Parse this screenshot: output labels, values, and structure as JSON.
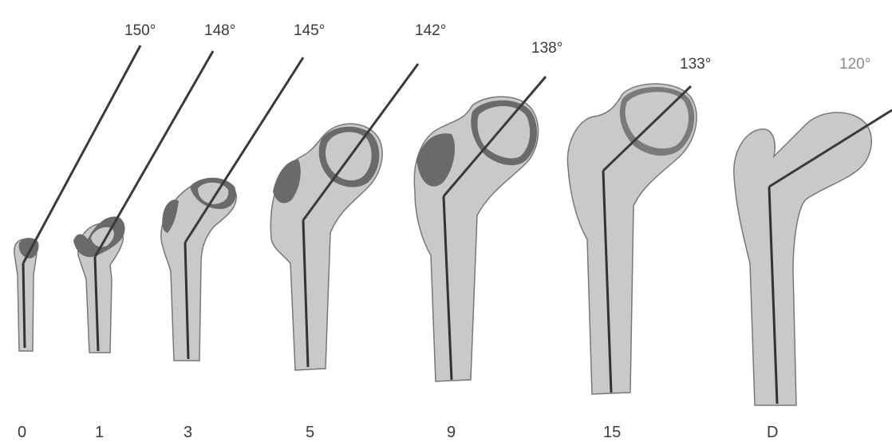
{
  "figure": {
    "stages": [
      {
        "age": "0",
        "angle": "150°"
      },
      {
        "age": "1",
        "angle": "148°"
      },
      {
        "age": "3",
        "angle": "145°"
      },
      {
        "age": "5",
        "angle": "142°"
      },
      {
        "age": "9",
        "angle": "138°"
      },
      {
        "age": "15",
        "angle": "133°"
      },
      {
        "age": "D",
        "angle": "120°"
      }
    ],
    "colors": {
      "bone_fill": "#c9c9c9",
      "cartilage_fill": "#6a6a6a",
      "outline": "#555555",
      "axis_line": "#3a3a3a",
      "text": "#3a3a3a",
      "faded_text": "#8a8a8a"
    }
  }
}
